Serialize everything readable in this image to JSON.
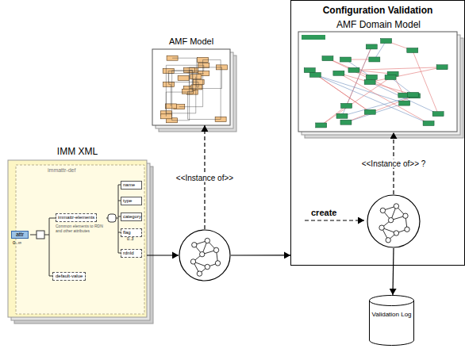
{
  "diagram": {
    "nodes": [
      {
        "text": [
          "AMF Model"
        ]
      },
      {
        "text": [
          "Configuration Validation"
        ]
      },
      {
        "text": [
          "AMF Domain Model"
        ],
        "in": 1
      },
      {
        "text": [],
        "in": 1
      },
      {
        "text": [
          "IMM XML"
        ]
      },
      {
        "text": []
      },
      {
        "text": [
          "Validation Log"
        ]
      }
    ],
    "edges": [
      {
        "from": 4,
        "to": 5,
        "arrow": "to"
      },
      {
        "from": 5,
        "to": 0,
        "arrow": "to",
        "label": "<<Instance of>>"
      },
      {
        "from": 5,
        "to": 1,
        "arrow": "to"
      },
      {
        "from": 3,
        "to": 2,
        "arrow": "to",
        "label": "<<Instance of>> ?"
      },
      {
        "from": 3,
        "to": 6,
        "arrow": "to"
      }
    ],
    "labels": [
      "immattr-def",
      "attr",
      "0..∞",
      "immattr-elements",
      "Common elements to RDN and other attributes",
      "name",
      "type",
      "category",
      "flag",
      "0..3",
      "rdnId",
      "default-value",
      "create"
    ]
  }
}
